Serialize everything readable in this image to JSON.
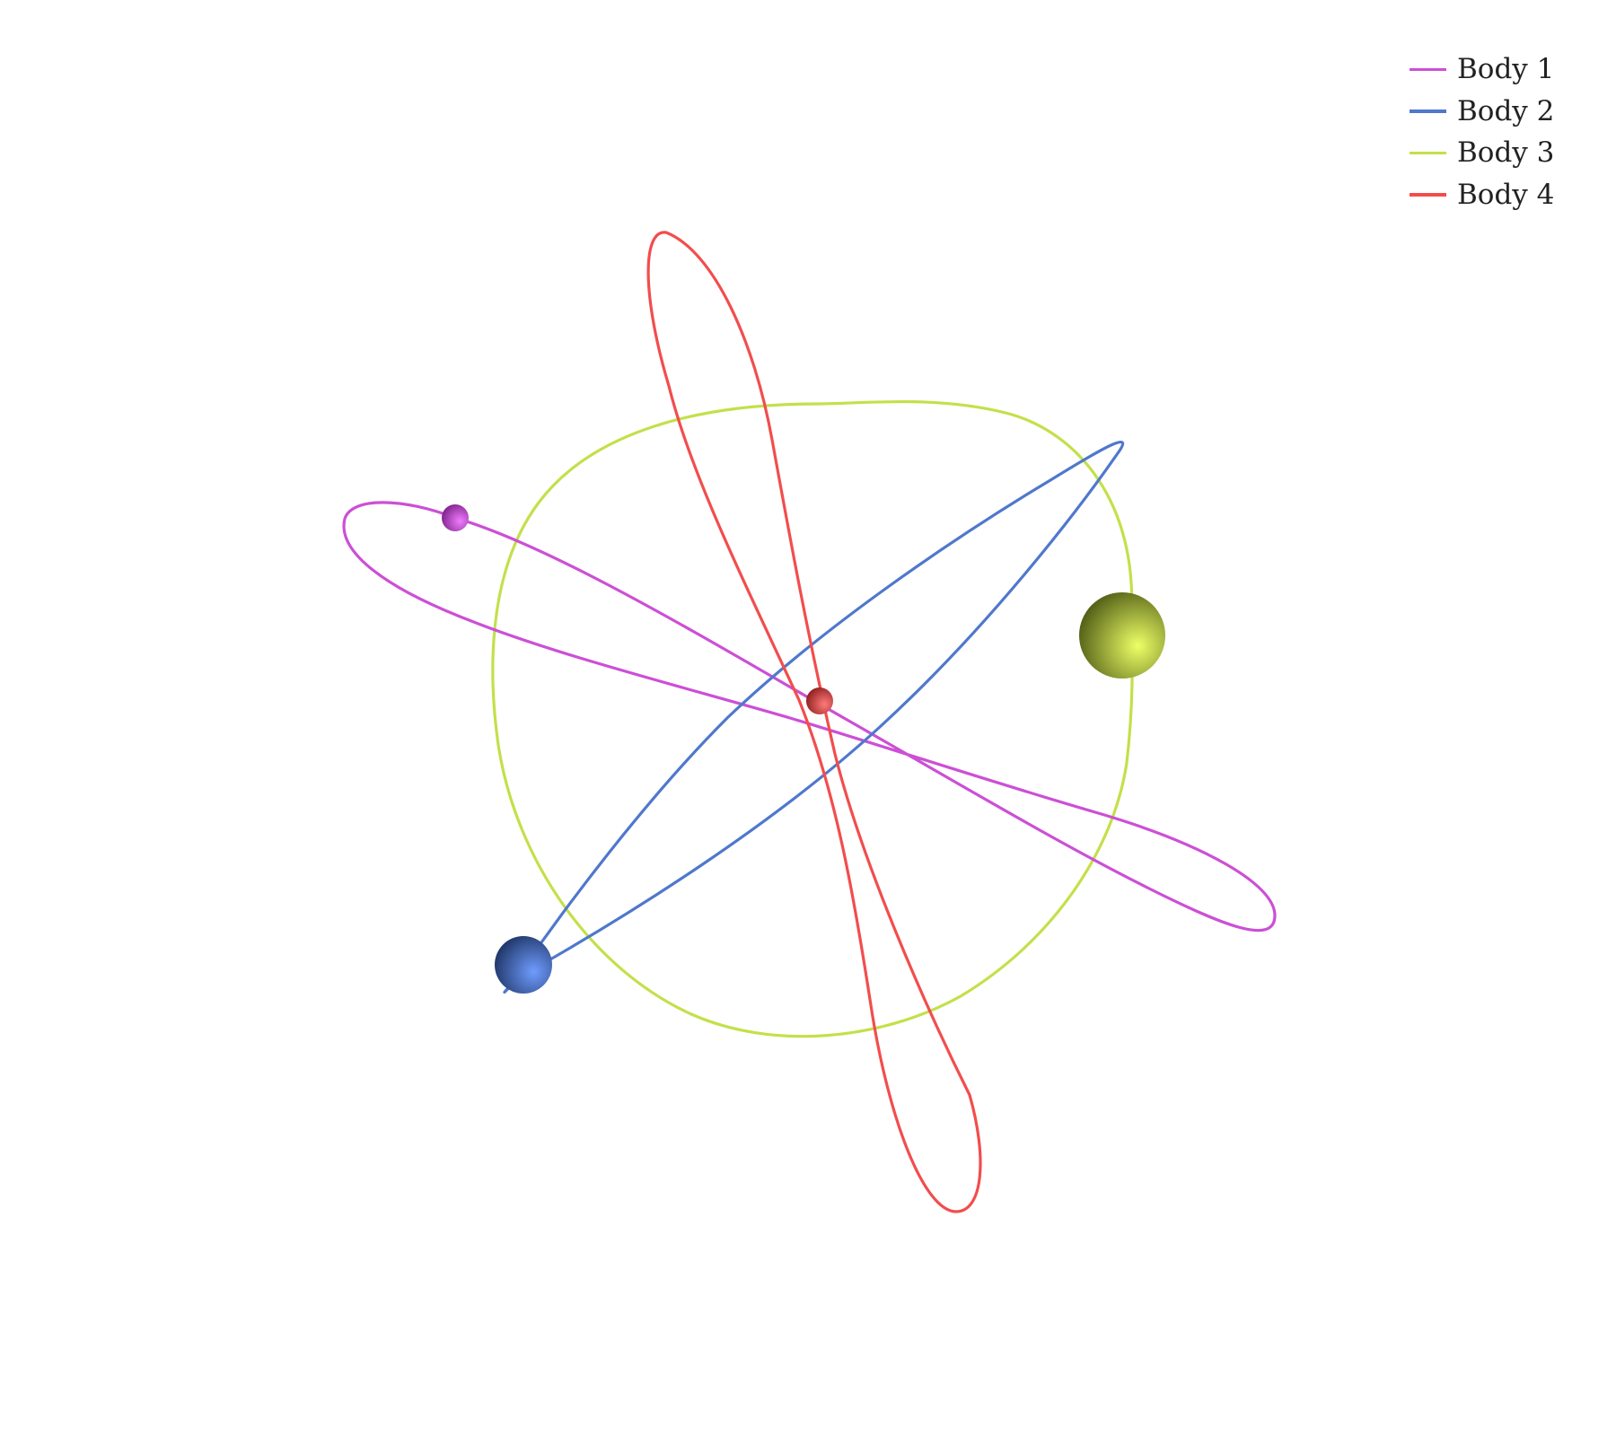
{
  "legend": {
    "items": [
      {
        "label": "Body 1",
        "color": "#cc4fd6"
      },
      {
        "label": "Body 2",
        "color": "#4f78cc"
      },
      {
        "label": "Body 3",
        "color": "#c3e04a"
      },
      {
        "label": "Body 4",
        "color": "#f24d4d"
      }
    ]
  },
  "bodies": [
    {
      "name": "Body 1",
      "color": "#cc4fd6",
      "highlight": "#f07cff",
      "shade": "#7a1f85"
    },
    {
      "name": "Body 2",
      "color": "#4f78cc",
      "highlight": "#6f9cff",
      "shade": "#1c3160"
    },
    {
      "name": "Body 3",
      "color": "#c3e04a",
      "highlight": "#eeff66",
      "shade": "#4a5712"
    },
    {
      "name": "Body 4",
      "color": "#f24d4d",
      "highlight": "#ff7a7a",
      "shade": "#8a1a1a"
    }
  ]
}
